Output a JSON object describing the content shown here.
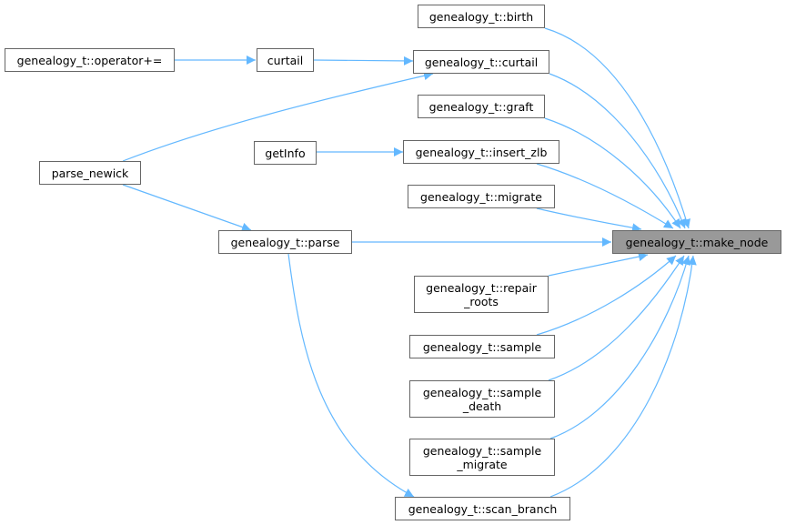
{
  "graph": {
    "edge_color": "#63b8ff",
    "focus_fill": "#999999",
    "node_border": "#666666",
    "nodes": {
      "birth": {
        "label": "genealogy_t::birth"
      },
      "g_curtail": {
        "label": "genealogy_t::curtail"
      },
      "graft": {
        "label": "genealogy_t::graft"
      },
      "insert_zlb": {
        "label": "genealogy_t::insert_zlb"
      },
      "migrate": {
        "label": "genealogy_t::migrate"
      },
      "make_node": {
        "label": "genealogy_t::make_node"
      },
      "repair_roots": {
        "label": "genealogy_t::repair\n_roots"
      },
      "sample": {
        "label": "genealogy_t::sample"
      },
      "sample_death": {
        "label": "genealogy_t::sample\n_death"
      },
      "sample_migrate": {
        "label": "genealogy_t::sample\n_migrate"
      },
      "scan_branch": {
        "label": "genealogy_t::scan_branch"
      },
      "operator_pluseq": {
        "label": "genealogy_t::operator+="
      },
      "curtail": {
        "label": "curtail"
      },
      "getInfo": {
        "label": "getInfo"
      },
      "parse_newick": {
        "label": "parse_newick"
      },
      "parse": {
        "label": "genealogy_t::parse"
      }
    },
    "edges": [
      {
        "from": "birth",
        "to": "make_node"
      },
      {
        "from": "g_curtail",
        "to": "make_node"
      },
      {
        "from": "graft",
        "to": "make_node"
      },
      {
        "from": "insert_zlb",
        "to": "make_node"
      },
      {
        "from": "migrate",
        "to": "make_node"
      },
      {
        "from": "parse",
        "to": "make_node"
      },
      {
        "from": "repair_roots",
        "to": "make_node"
      },
      {
        "from": "sample",
        "to": "make_node"
      },
      {
        "from": "sample_death",
        "to": "make_node"
      },
      {
        "from": "sample_migrate",
        "to": "make_node"
      },
      {
        "from": "scan_branch",
        "to": "make_node"
      },
      {
        "from": "operator_pluseq",
        "to": "curtail"
      },
      {
        "from": "curtail",
        "to": "g_curtail"
      },
      {
        "from": "parse_newick",
        "to": "g_curtail"
      },
      {
        "from": "getInfo",
        "to": "insert_zlb"
      },
      {
        "from": "parse_newick",
        "to": "parse"
      },
      {
        "from": "parse",
        "to": "scan_branch"
      }
    ]
  }
}
